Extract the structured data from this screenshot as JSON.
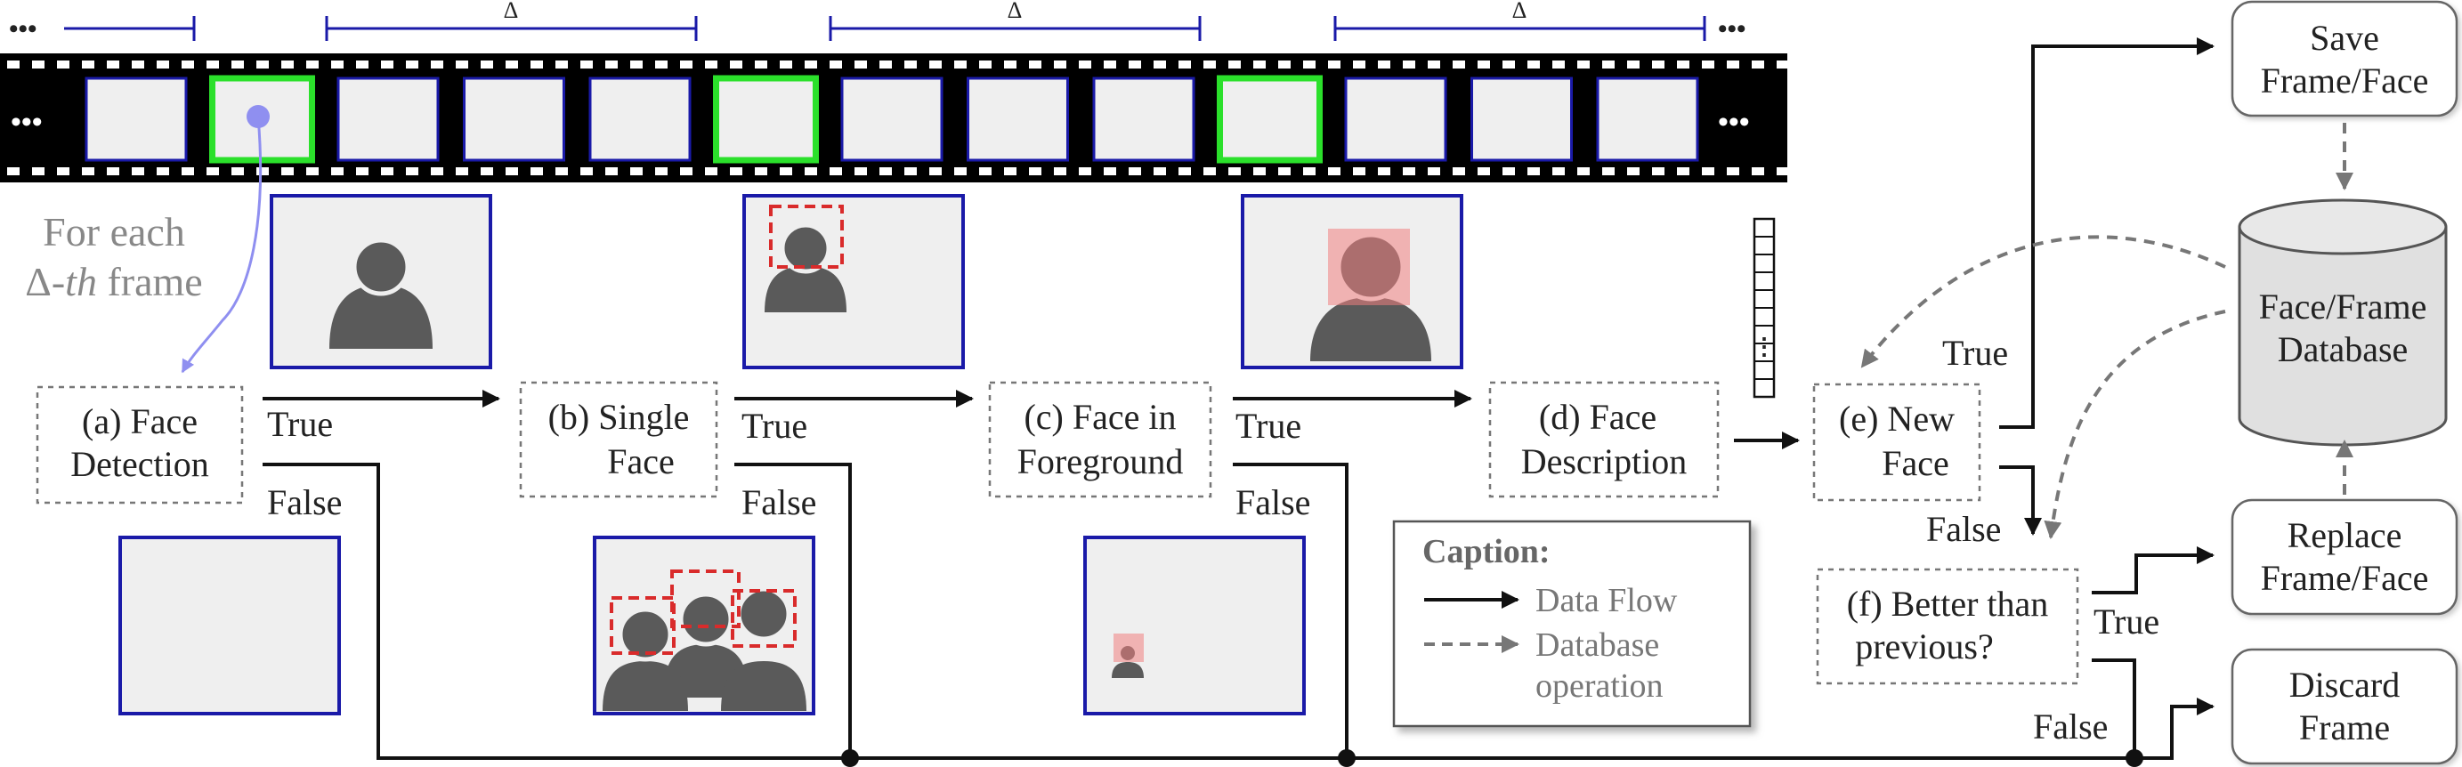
{
  "filmstrip": {
    "interval_symbol": "Δ",
    "ellipsis": "•••",
    "for_each_label_1": "For each",
    "for_each_label_2_prefix": "Δ-",
    "for_each_label_2_italic": "th",
    "for_each_label_2_suffix": " frame"
  },
  "steps": {
    "a": {
      "line1": "(a) Face",
      "line2": "Detection"
    },
    "b": {
      "line1": "(b) Single",
      "line2": "Face"
    },
    "c": {
      "line1": "(c) Face in",
      "line2": "Foreground"
    },
    "d": {
      "line1": "(d) Face",
      "line2": "Description"
    },
    "e": {
      "line1": "(e) New",
      "line2": "Face"
    },
    "f": {
      "line1": "(f) Better than",
      "line2": "previous?"
    }
  },
  "branch_labels": {
    "true": "True",
    "false": "False"
  },
  "outputs": {
    "save": {
      "line1": "Save",
      "line2": "Frame/Face"
    },
    "database": {
      "line1": "Face/Frame",
      "line2": "Database"
    },
    "replace": {
      "line1": "Replace",
      "line2": "Frame/Face"
    },
    "discard": {
      "line1": "Discard",
      "line2": "Frame"
    }
  },
  "caption": {
    "title": "Caption:",
    "data_flow": "Data Flow",
    "db_op_line1": "Database",
    "db_op_line2": "operation"
  },
  "descriptor_ellipsis": "⋮",
  "colors": {
    "frame_border": "#1a1aa8",
    "selected_frame": "#2be02b",
    "frame_fill": "#efefef",
    "person": "#5a5a5a",
    "face_box": "#d92b2b",
    "face_highlight": "#f0a0a0",
    "dashed_box": "#777777",
    "db_arrow": "#777777",
    "pointer": "#8f8ff0"
  }
}
